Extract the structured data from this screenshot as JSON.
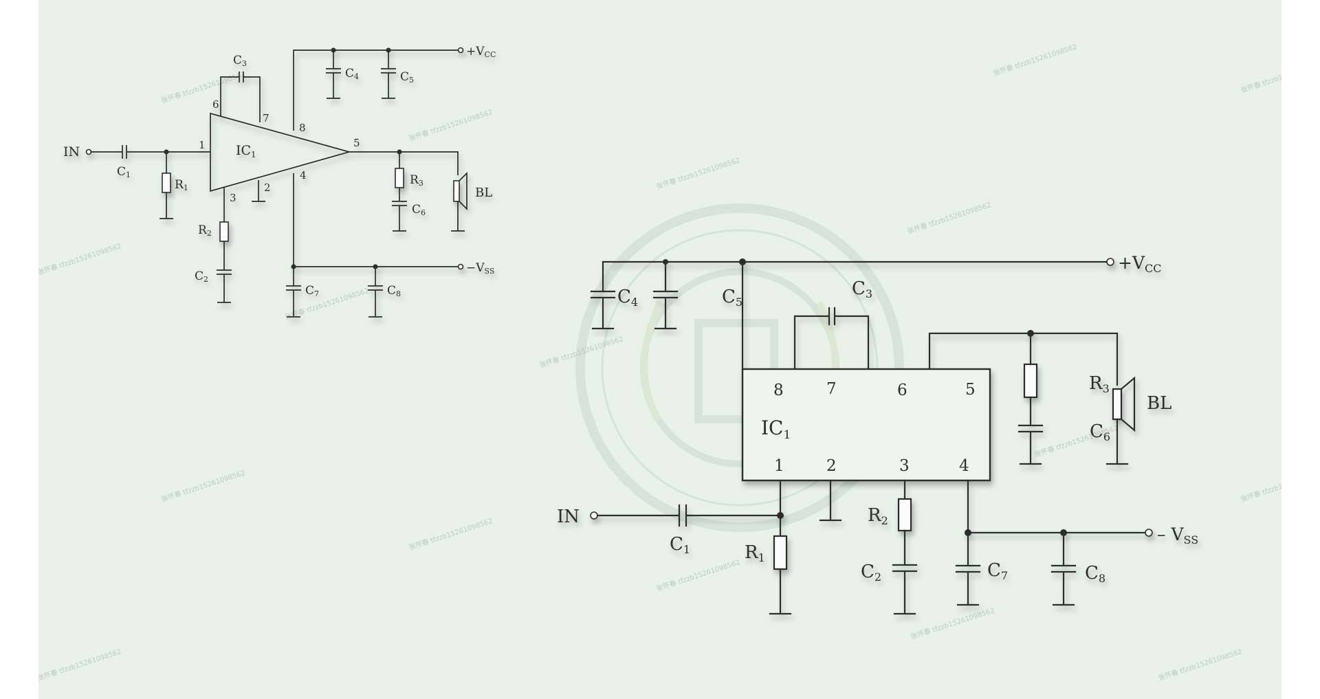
{
  "small": {
    "in": "IN",
    "vcc": "+V",
    "vcc_sub": "CC",
    "vss": "−V",
    "vss_sub": "SS",
    "ic": "IC",
    "ic_sub": "1",
    "bl": "BL",
    "c1": "C",
    "c1_sub": "1",
    "c2": "C",
    "c2_sub": "2",
    "c3": "C",
    "c3_sub": "3",
    "c4": "C",
    "c4_sub": "4",
    "c5": "C",
    "c5_sub": "5",
    "c6": "C",
    "c6_sub": "6",
    "c7": "C",
    "c7_sub": "7",
    "c8": "C",
    "c8_sub": "8",
    "r1": "R",
    "r1_sub": "1",
    "r2": "R",
    "r2_sub": "2",
    "r3": "R",
    "r3_sub": "3",
    "pins": [
      "1",
      "2",
      "3",
      "4",
      "5",
      "6",
      "7",
      "8"
    ]
  },
  "large": {
    "in": "IN",
    "vcc": "+V",
    "vcc_sub": "CC",
    "vss": "– V",
    "vss_sub": "SS",
    "ic": "IC",
    "ic_sub": "1",
    "bl": "BL",
    "c1": "C",
    "c1_sub": "1",
    "c2": "C",
    "c2_sub": "2",
    "c3": "C",
    "c3_sub": "3",
    "c4": "C",
    "c4_sub": "4",
    "c5": "C",
    "c5_sub": "5",
    "c6": "C",
    "c6_sub": "6",
    "c7": "C",
    "c7_sub": "7",
    "c8": "C",
    "c8_sub": "8",
    "r1": "R",
    "r1_sub": "1",
    "r2": "R",
    "r2_sub": "2",
    "r3": "R",
    "r3_sub": "3",
    "pins": [
      "8",
      "7",
      "6",
      "5",
      "1",
      "2",
      "3",
      "4"
    ]
  },
  "watermark": {
    "text": "张怀春 tfzzb15261098562"
  },
  "colors": {
    "background": "#e8f2e9",
    "ink": "#2d2d2d"
  }
}
